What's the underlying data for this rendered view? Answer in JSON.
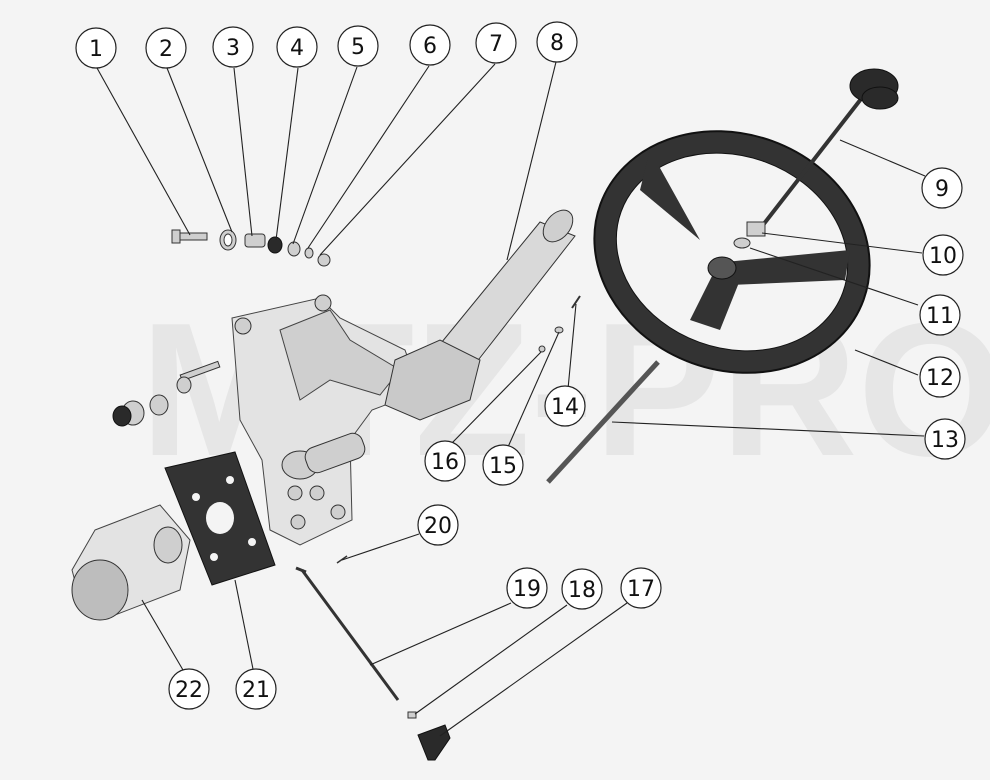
{
  "watermark": "MTZ-PRO",
  "callouts": [
    "1",
    "2",
    "3",
    "4",
    "5",
    "6",
    "7",
    "8",
    "9",
    "10",
    "11",
    "12",
    "13",
    "14",
    "15",
    "16",
    "17",
    "18",
    "19",
    "20",
    "21",
    "22"
  ]
}
